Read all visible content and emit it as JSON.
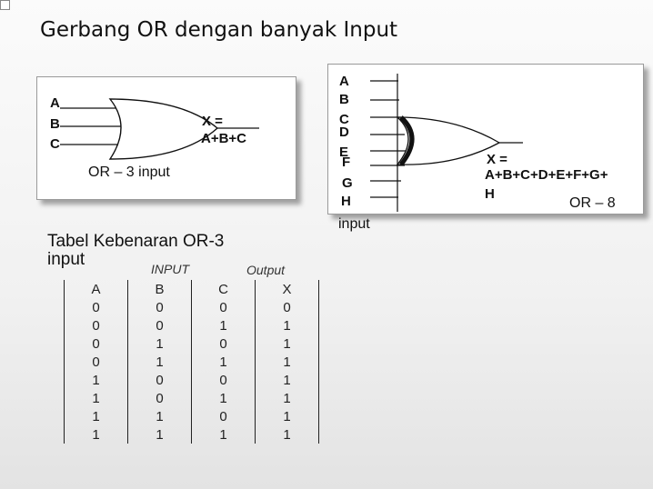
{
  "slide": {
    "title": "Gerbang OR dengan banyak Input"
  },
  "gate3": {
    "inputs": [
      "A",
      "B",
      "C"
    ],
    "output_line1": "X =",
    "output_line2": "A+B+C",
    "caption": "OR – 3 input"
  },
  "gate8": {
    "inputs": [
      "A",
      "B",
      "C",
      "D",
      "E",
      "F",
      "G",
      "H"
    ],
    "output_line1": "X =",
    "output_line2": "A+B+C+D+E+F+G+",
    "output_line3": "H",
    "caption": "OR – 8",
    "caption2": "input"
  },
  "truth_table": {
    "title_line1": "Tabel Kebenaran OR-3",
    "title_line2": "input",
    "input_caption": "INPUT",
    "output_caption": "Output",
    "headers": [
      "A",
      "B",
      "C",
      "X"
    ],
    "rows": [
      [
        "0",
        "0",
        "0",
        "0"
      ],
      [
        "0",
        "0",
        "1",
        "1"
      ],
      [
        "0",
        "1",
        "0",
        "1"
      ],
      [
        "0",
        "1",
        "1",
        "1"
      ],
      [
        "1",
        "0",
        "0",
        "1"
      ],
      [
        "1",
        "0",
        "1",
        "1"
      ],
      [
        "1",
        "1",
        "0",
        "1"
      ],
      [
        "1",
        "1",
        "1",
        "1"
      ]
    ]
  }
}
